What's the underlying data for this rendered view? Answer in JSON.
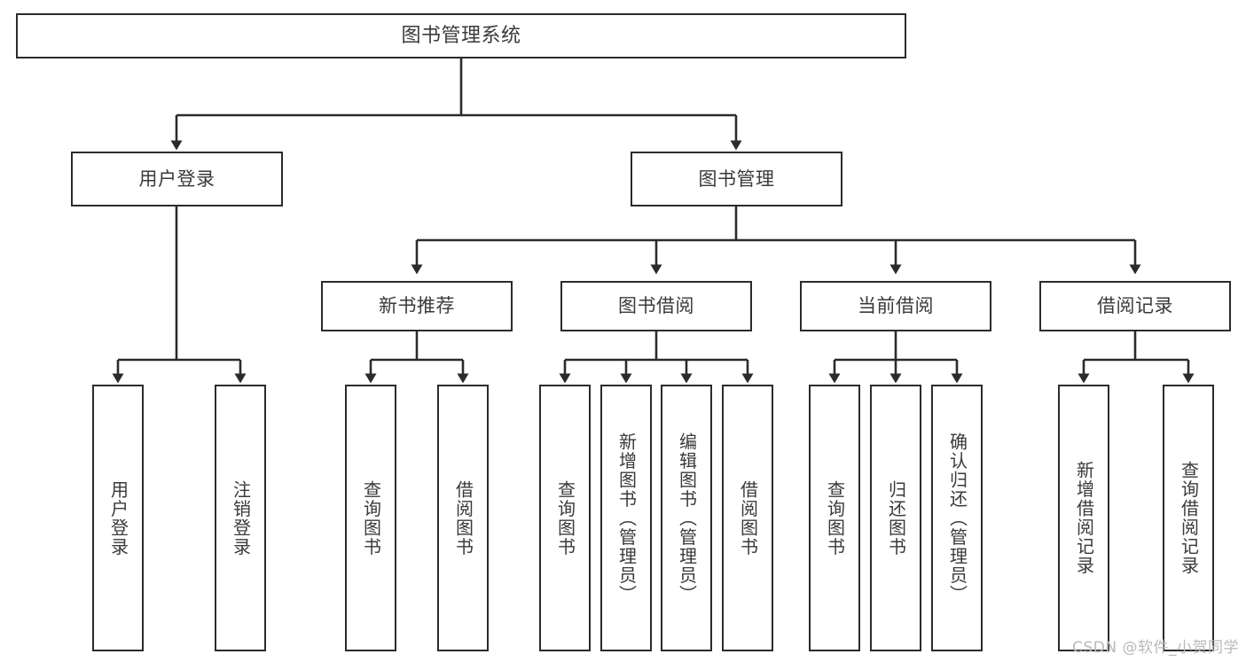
{
  "diagram": {
    "type": "tree-hierarchy",
    "title": "图书管理系统",
    "orientation": "top-down",
    "colors": {
      "box_border": "#2b2b2b",
      "box_fill": "#ffffff",
      "text": "#3a3a3a",
      "connector": "#2b2b2b",
      "watermark": "#b9b9b9",
      "background": "#ffffff"
    },
    "root": {
      "label": "图书管理系统"
    },
    "level1": [
      {
        "label": "用户登录"
      },
      {
        "label": "图书管理"
      }
    ],
    "level2": [
      {
        "label": "新书推荐"
      },
      {
        "label": "图书借阅"
      },
      {
        "label": "当前借阅"
      },
      {
        "label": "借阅记录"
      }
    ],
    "leaves": {
      "user_login": [
        {
          "label": "用户登录"
        },
        {
          "label": "注销登录"
        }
      ],
      "new_book_recommend": [
        {
          "label": "查询图书"
        },
        {
          "label": "借阅图书"
        }
      ],
      "book_borrow": [
        {
          "label": "查询图书"
        },
        {
          "label": "新增图书（管理员）"
        },
        {
          "label": "编辑图书（管理员）"
        },
        {
          "label": "借阅图书"
        }
      ],
      "current_borrow": [
        {
          "label": "查询图书"
        },
        {
          "label": "归还图书"
        },
        {
          "label": "确认归还（管理员）"
        }
      ],
      "borrow_record": [
        {
          "label": "新增借阅记录"
        },
        {
          "label": "查询借阅记录"
        }
      ]
    }
  },
  "watermark": {
    "text": "CSDN @软件_小贺同学"
  }
}
